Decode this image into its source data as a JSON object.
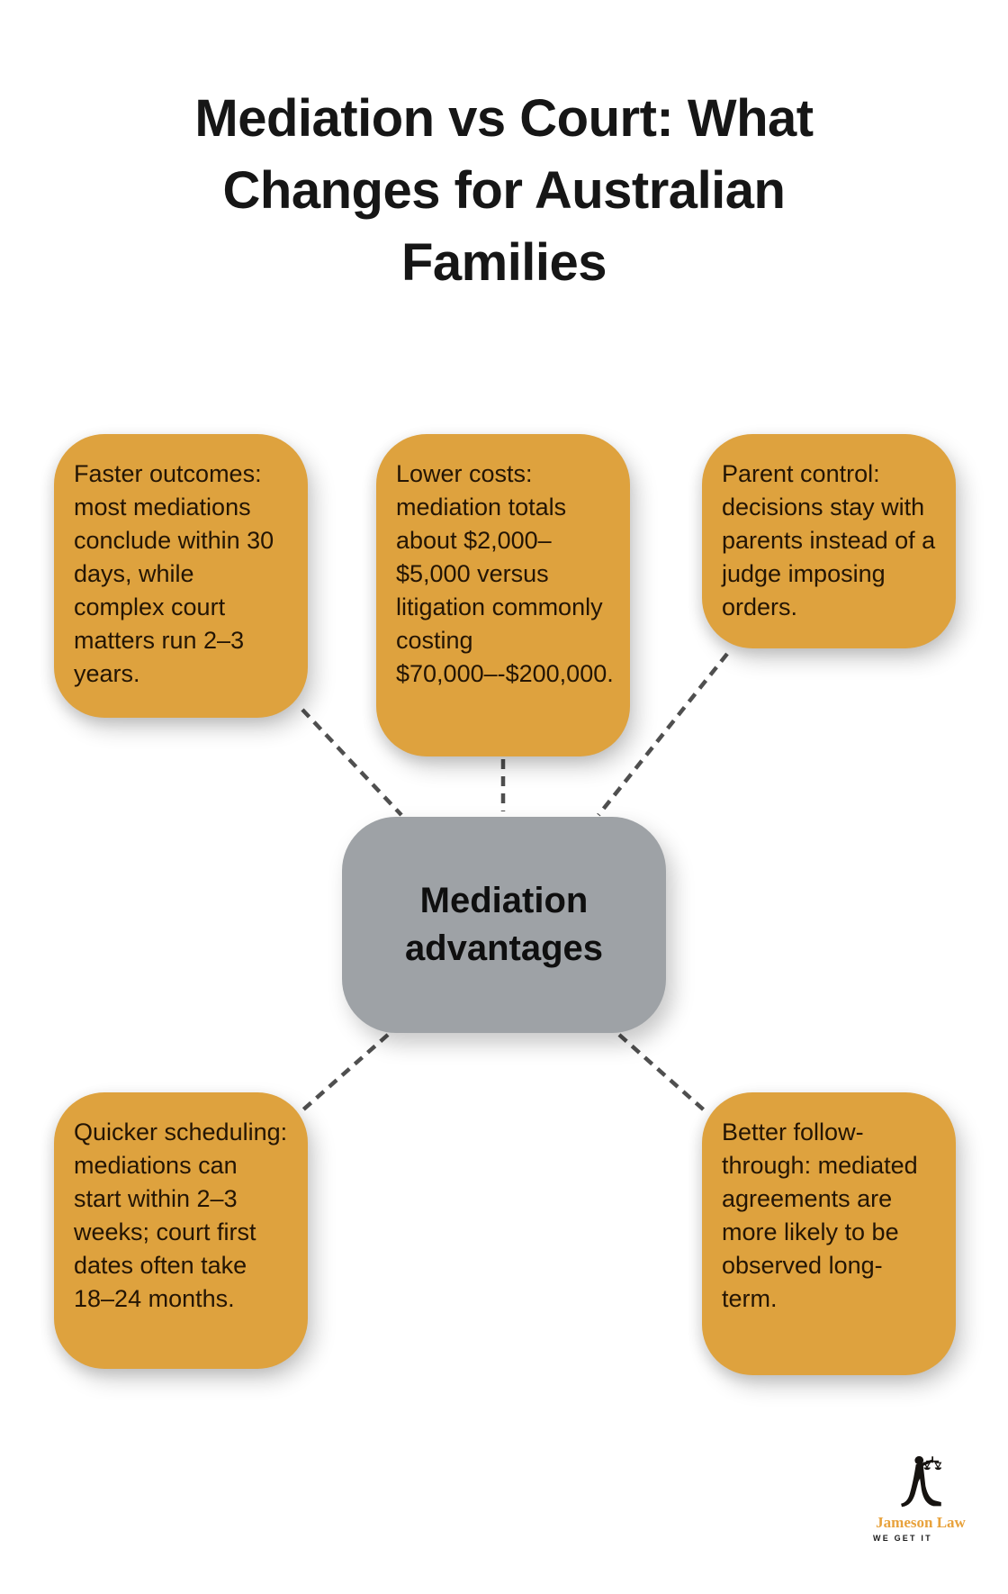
{
  "title": "Mediation vs Court: What Changes for Australian Families",
  "hub": {
    "label": "Mediation advantages"
  },
  "nodes": {
    "faster_outcomes": {
      "text": "Faster outcomes: most mediations conclude within 30 days, while complex court matters run 2–3 years."
    },
    "lower_costs": {
      "text": "Lower costs: mediation totals about $2,000–$5,000 versus litigation commonly costing $70,000–-$200,000."
    },
    "parent_control": {
      "text": "Parent control: decisions stay with parents instead of a judge imposing orders."
    },
    "quicker_scheduling": {
      "text": "Quicker scheduling: mediations can start within 2–3 weeks; court first dates often take 18–24 months."
    },
    "better_follow_through": {
      "text": "Better follow-through: mediated agreements are more likely to be observed long-term."
    }
  },
  "logo": {
    "name": "Jameson Law",
    "tagline": "WE GET IT"
  },
  "colors": {
    "node_fill": "#DEA23E",
    "node_text": "#241504",
    "hub_fill": "#9EA2A6",
    "hub_text": "#0f0f0f",
    "connector": "#4F4F4F",
    "title_text": "#161616",
    "logo_name": "#E8A23C",
    "logo_tagline": "#1a1a1a"
  }
}
